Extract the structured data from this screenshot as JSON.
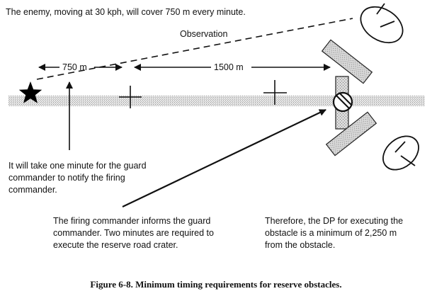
{
  "header_text": "The enemy, moving at 30 kph, will cover 750 m every minute.",
  "observation_label": "Observation",
  "distance_label_1": "750 m",
  "distance_label_2": "1500 m",
  "note_guard": [
    "It will take one minute for the guard",
    "commander to notify the firing",
    "commander."
  ],
  "note_firing": [
    "The firing commander informs the guard",
    "commander.  Two minutes are required to",
    "execute the reserve road crater."
  ],
  "note_dp": [
    "Therefore, the DP for executing the",
    "obstacle is a minimum of 2,250 m",
    "from the obstacle."
  ],
  "caption": "Figure 6-8. Minimum timing requirements for reserve obstacles.",
  "icons": [
    "star-icon",
    "cross-icon",
    "cross-icon",
    "crater-icon",
    "observer-icon",
    "observer-icon"
  ]
}
